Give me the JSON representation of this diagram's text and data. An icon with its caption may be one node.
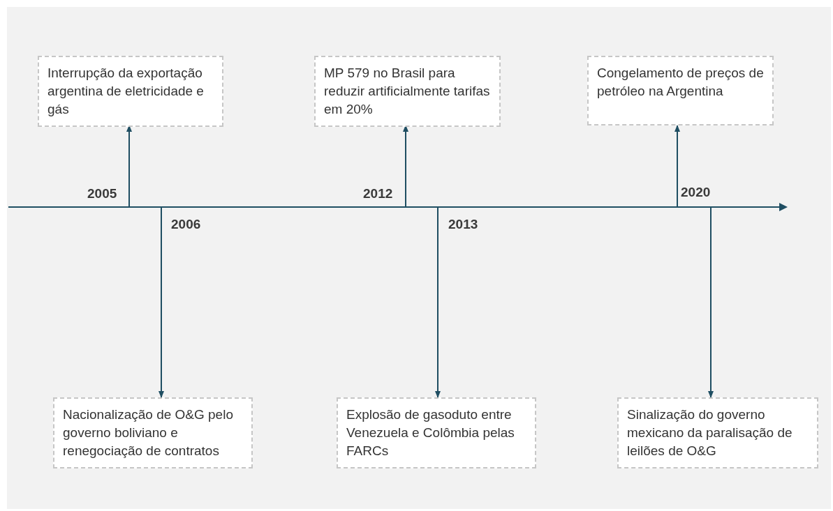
{
  "diagram": {
    "nodes": [
      {
        "text": [
          "Interrupção da exportação argentina de eletricidade e gás"
        ]
      },
      {
        "text": [
          "MP 579 no Brasil para reduzir artificialmente tarifas em 20%"
        ]
      },
      {
        "text": [
          "Congelamento de preços de petróleo na Argentina"
        ]
      },
      {
        "text": [
          "Nacionalização de O&G pelo governo boliviano e renegociação de contratos"
        ]
      },
      {
        "text": [
          "Explosão de gasoduto entre Venezuela e Colômbia pelas FARCs"
        ]
      },
      {
        "text": [
          "Sinalização do governo mexicano da paralisação de leilões de O&G"
        ]
      }
    ],
    "edges": [
      {
        "from": null,
        "to": 0,
        "arrow": "to"
      },
      {
        "from": null,
        "to": 3,
        "arrow": "to"
      },
      {
        "from": null,
        "to": 1,
        "arrow": "to"
      },
      {
        "from": null,
        "to": 4,
        "arrow": "to"
      },
      {
        "from": null,
        "to": 2,
        "arrow": "to"
      },
      {
        "from": null,
        "to": 5,
        "arrow": "to"
      }
    ],
    "labels": [
      "2005",
      "2012",
      "2020",
      "2006",
      "2013"
    ]
  }
}
